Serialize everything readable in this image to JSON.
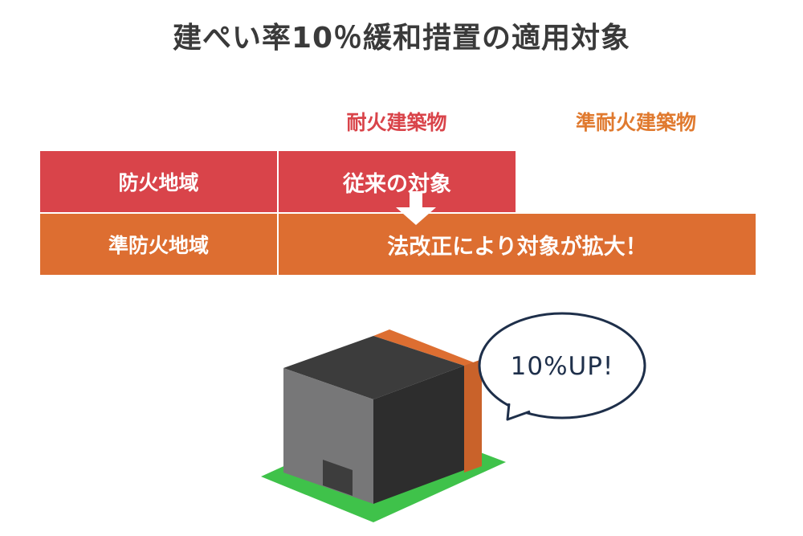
{
  "title": "建ぺい率10％緩和措置の適用対象",
  "columns": {
    "fireproof": "耐火建築物",
    "semi_fireproof": "準耐火建築物"
  },
  "rows": [
    {
      "label": "防火地域",
      "value": "従来の対象"
    },
    {
      "label": "準防火地域",
      "value": "法改正により対象が拡大！"
    }
  ],
  "bubble": {
    "text": "10%UP!"
  },
  "colors": {
    "red": "#d9444a",
    "orange": "#dd6e31",
    "title": "#3a3a3a",
    "bubble_border": "#1e2f4a",
    "ground": "#3fc24a"
  },
  "icons": [
    "down-arrow-icon",
    "building-illustration",
    "speech-bubble"
  ]
}
